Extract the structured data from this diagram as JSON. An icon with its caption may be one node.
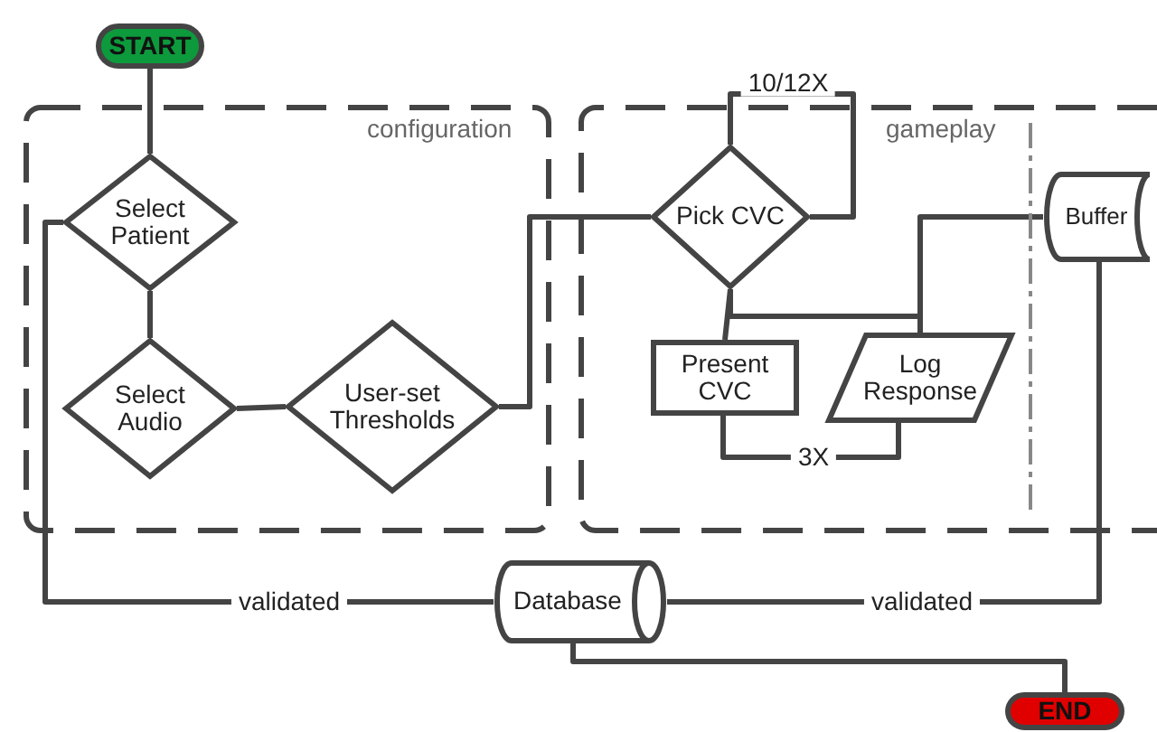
{
  "diagram": {
    "nodes": [
      {
        "text": [
          "START"
        ]
      },
      {
        "text": [
          "configuration"
        ]
      },
      {
        "text": [
          "Select Patient"
        ],
        "in": 1
      },
      {
        "text": [
          "Select Audio"
        ],
        "in": 1
      },
      {
        "text": [
          "User-set Thresholds"
        ],
        "in": 1
      },
      {
        "text": [
          "gameplay"
        ]
      },
      {
        "text": [
          "Pick CVC"
        ],
        "in": 5
      },
      {
        "text": [
          "Present CVC"
        ],
        "in": 5
      },
      {
        "text": [
          "Log Response"
        ],
        "in": 5
      },
      {
        "text": [
          "Buffer"
        ],
        "in": 5
      },
      {
        "text": [
          "Database"
        ]
      },
      {
        "text": [
          "END"
        ]
      }
    ],
    "edges": [
      {
        "from": 0,
        "to": 2,
        "arrow": "none"
      },
      {
        "from": 2,
        "to": 3,
        "arrow": "none"
      },
      {
        "from": 3,
        "to": 4,
        "arrow": "none"
      },
      {
        "from": 4,
        "to": 6,
        "arrow": "none"
      },
      {
        "from": 6,
        "to": 6,
        "arrow": "none",
        "label": "10/12X"
      },
      {
        "from": 6,
        "to": 7,
        "arrow": "none"
      },
      {
        "from": 6,
        "to": 8,
        "arrow": "none"
      },
      {
        "from": 7,
        "to": 8,
        "arrow": "none",
        "label": "3X"
      },
      {
        "from": 8,
        "to": 9,
        "arrow": "none"
      },
      {
        "from": 9,
        "to": 10,
        "arrow": "none",
        "label": "validated"
      },
      {
        "from": 10,
        "to": 2,
        "arrow": "none",
        "label": "validated"
      },
      {
        "from": 10,
        "to": 11,
        "arrow": "none"
      }
    ]
  }
}
